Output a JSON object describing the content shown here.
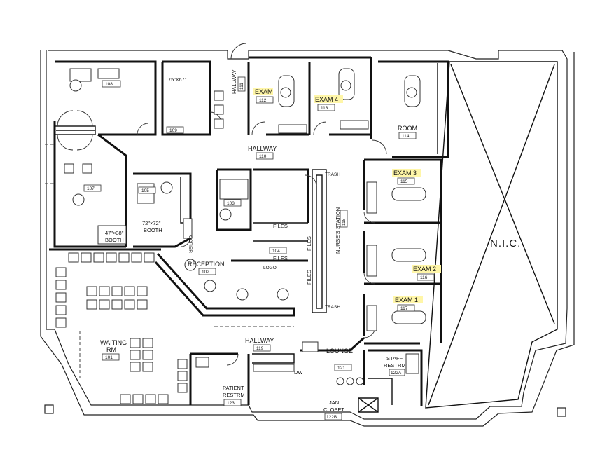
{
  "rooms": {
    "r108": {
      "number": "108"
    },
    "r109": {
      "label": "75\"×67\"",
      "number": "109"
    },
    "r111": {
      "label": "HALLWAY",
      "number": "111"
    },
    "r112": {
      "label": "EXAM",
      "number": "112"
    },
    "r113": {
      "label": "EXAM 4",
      "number": "113"
    },
    "r114": {
      "label": "ROOM",
      "number": "114"
    },
    "r110": {
      "label": "HALLWAY",
      "number": "110"
    },
    "r115": {
      "label": "EXAM 3",
      "number": "115"
    },
    "r118": {
      "label": "NURSE'S STATION",
      "number": "118"
    },
    "r107": {
      "number": "107"
    },
    "r105": {
      "number": "105"
    },
    "r103": {
      "number": "103"
    },
    "booth72": {
      "label1": "72\"×72\"",
      "label2": "BOOTH"
    },
    "booth47": {
      "label1": "47\"×38\"",
      "label2": "BOOTH"
    },
    "r104": {
      "number": "104",
      "files": [
        "FILES",
        "FILES",
        "FILES",
        "FILES"
      ]
    },
    "r102": {
      "label": "RECEPTION",
      "number": "102",
      "logo": "LOGO"
    },
    "r116": {
      "label": "EXAM 2",
      "number": "116"
    },
    "r117": {
      "label": "EXAM 1",
      "number": "117"
    },
    "r101": {
      "label1": "WAITING",
      "label2": "RM",
      "number": "101"
    },
    "r119": {
      "label": "HALLWAY",
      "number": "119"
    },
    "r121": {
      "label": "LOUNGE",
      "number": "121",
      "dw": "DW"
    },
    "r122a": {
      "label1": "STAFF",
      "label2": "RESTRM",
      "number": "122A"
    },
    "r123": {
      "label1": "PATIENT",
      "label2": "RESTRM",
      "number": "123"
    },
    "r122b": {
      "label1": "JAN",
      "label2": "CLOSET",
      "number": "122B"
    },
    "nic": {
      "label": "N.I.C."
    }
  },
  "annotations": {
    "trash": "TRASH",
    "copier": "COPIER"
  }
}
